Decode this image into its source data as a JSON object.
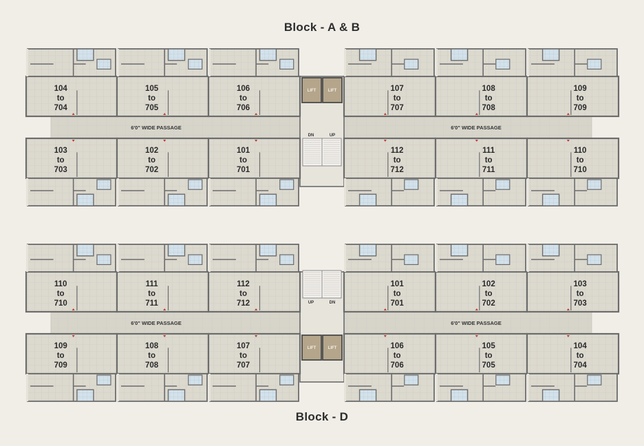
{
  "titles": {
    "top": "Block - A & B",
    "bottom": "Block - D"
  },
  "passage_label": "6'0\" WIDE PASSAGE",
  "lift_label": "LIFT",
  "stair_labels": {
    "down": "DN",
    "up": "UP"
  },
  "connector": "to",
  "block_ab": {
    "top_row": [
      {
        "from": "104",
        "to": "704"
      },
      {
        "from": "105",
        "to": "705"
      },
      {
        "from": "106",
        "to": "706"
      },
      {
        "from": "107",
        "to": "707"
      },
      {
        "from": "108",
        "to": "708"
      },
      {
        "from": "109",
        "to": "709"
      }
    ],
    "bottom_row": [
      {
        "from": "103",
        "to": "703"
      },
      {
        "from": "102",
        "to": "702"
      },
      {
        "from": "101",
        "to": "701"
      },
      {
        "from": "112",
        "to": "712"
      },
      {
        "from": "111",
        "to": "711"
      },
      {
        "from": "110",
        "to": "710"
      }
    ]
  },
  "block_d": {
    "top_row": [
      {
        "from": "110",
        "to": "710"
      },
      {
        "from": "111",
        "to": "711"
      },
      {
        "from": "112",
        "to": "712"
      },
      {
        "from": "101",
        "to": "701"
      },
      {
        "from": "102",
        "to": "702"
      },
      {
        "from": "103",
        "to": "703"
      }
    ],
    "bottom_row": [
      {
        "from": "109",
        "to": "709"
      },
      {
        "from": "108",
        "to": "708"
      },
      {
        "from": "107",
        "to": "707"
      },
      {
        "from": "106",
        "to": "706"
      },
      {
        "from": "105",
        "to": "705"
      },
      {
        "from": "104",
        "to": "704"
      }
    ]
  },
  "colors": {
    "background": "#f1eee8",
    "room_fill": "#dcd9cf",
    "passage_fill": "#d7d4ca",
    "wall": "#6c6c6c",
    "toilet_fill": "#d3e1ea",
    "lift_fill": "#b4a58b",
    "door_marker": "#c0392b"
  }
}
